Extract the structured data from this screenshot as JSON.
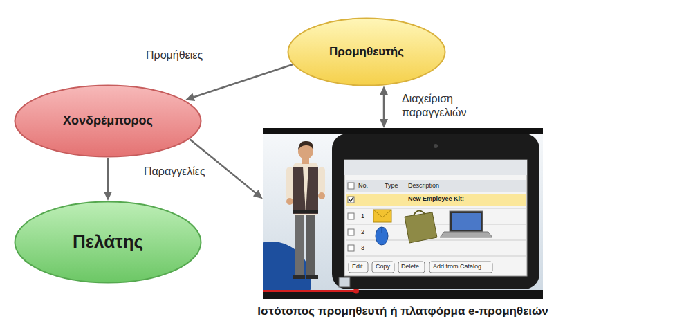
{
  "diagram": {
    "nodes": [
      {
        "text": [
          "Προμηθευτής"
        ]
      },
      {
        "text": [
          "Χονδρέμπορος"
        ]
      },
      {
        "text": [
          "Πελάτης"
        ]
      },
      {
        "text": [
          "Ιστότοπος προμηθευτή ή πλατφόρμα e-προμηθειών"
        ]
      }
    ],
    "edges": [
      {
        "from": 0,
        "to": 1,
        "label": "Προμήθειες",
        "arrow": "to"
      },
      {
        "from": 0,
        "to": 3,
        "label": "Διαχείριση παραγγελιών",
        "arrow": "both"
      },
      {
        "from": 1,
        "to": 3,
        "label": "Παραγγελίες",
        "arrow": "to"
      },
      {
        "from": 1,
        "to": 2,
        "arrow": "to"
      }
    ],
    "labels": [
      "No.",
      "Type",
      "Description",
      "New Employee Kit:",
      "1",
      "2",
      "3",
      "Edit",
      "Copy",
      "Delete",
      "Add from Catalog..."
    ]
  }
}
